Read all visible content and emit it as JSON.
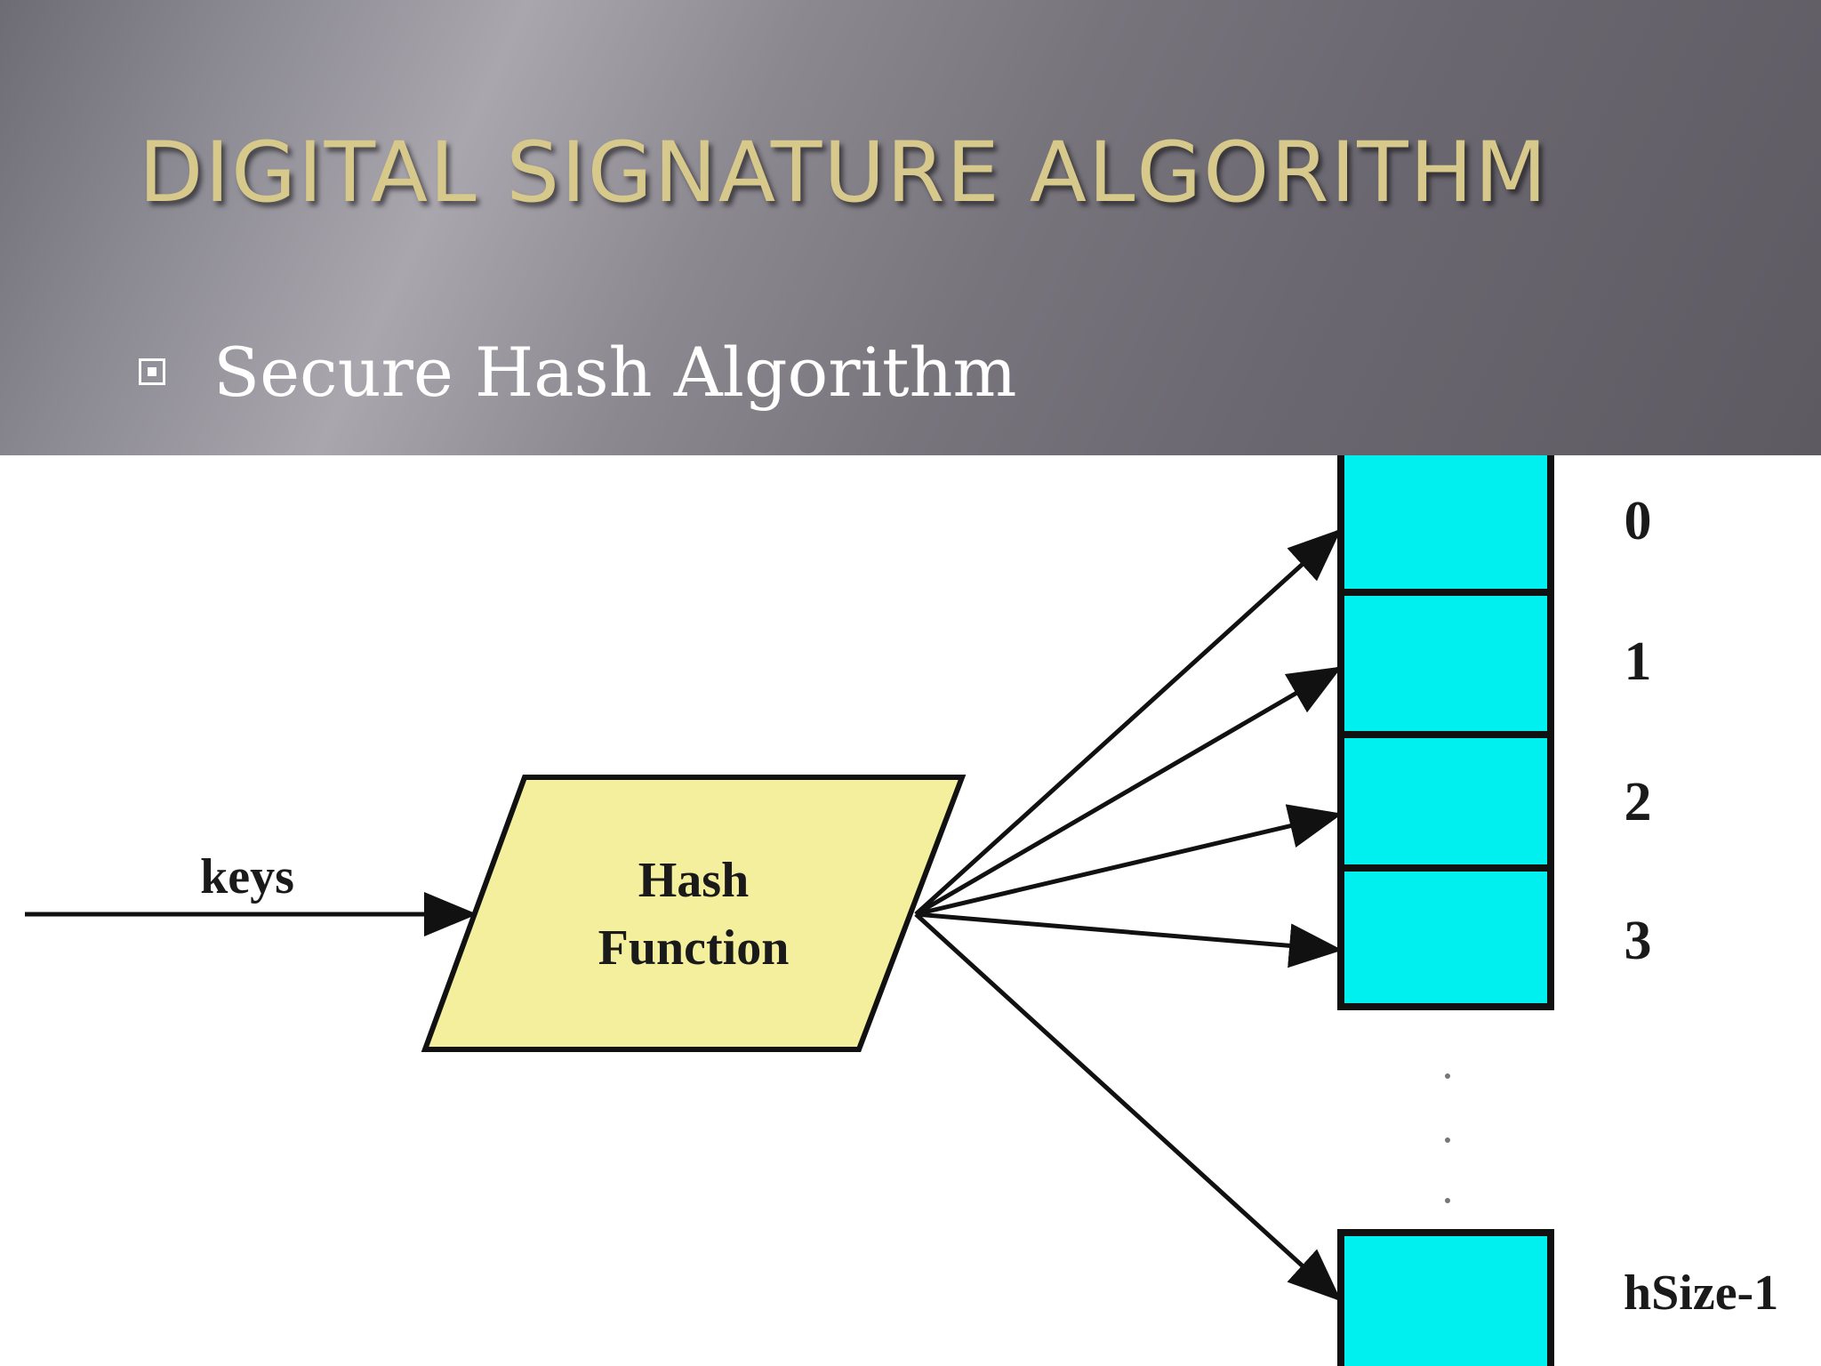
{
  "slide": {
    "title": "DIGITAL SIGNATURE ALGORITHM",
    "bullet_icon": "square-bullet-icon",
    "bullets": [
      "Secure Hash Algorithm"
    ]
  },
  "diagram": {
    "input_label": "keys",
    "function_label_line1": "Hash",
    "function_label_line2": "Function",
    "slot_labels": [
      "0",
      "1",
      "2",
      "3"
    ],
    "last_slot_label": "hSize-1",
    "colors": {
      "function_fill": "#f4ef9c",
      "slot_fill": "#00f0f0",
      "stroke": "#111111"
    }
  }
}
